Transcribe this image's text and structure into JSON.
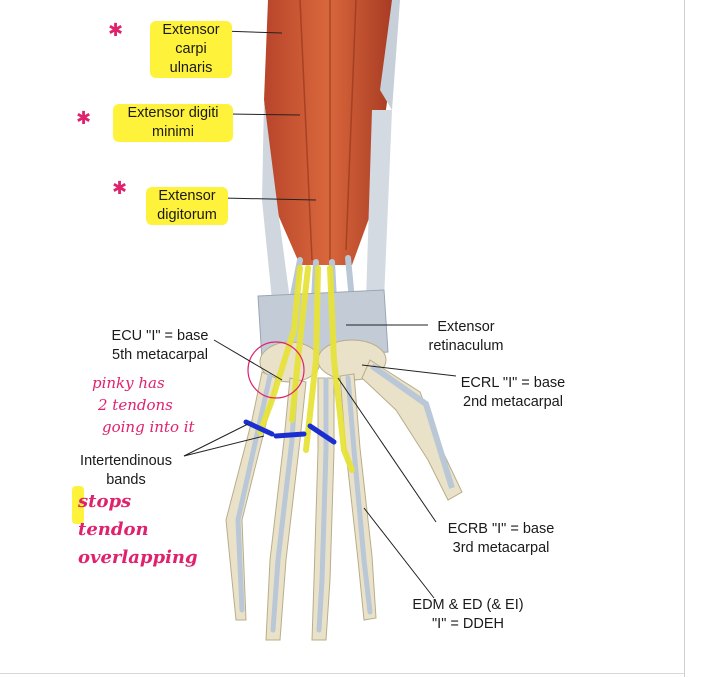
{
  "labels": {
    "ecu_muscle": [
      "Extensor",
      "carpi",
      "ulnaris"
    ],
    "edm_muscle": [
      "Extensor digiti",
      "minimi"
    ],
    "ed_muscle": [
      "Extensor",
      "digitorum"
    ],
    "retinaculum": [
      "Extensor",
      "retinaculum"
    ],
    "ecu_insertion": [
      "ECU \"I\" = base",
      "5th metacarpal"
    ],
    "ecrl_insertion": [
      "ECRL \"I\" = base",
      "2nd metacarpal"
    ],
    "intertendinous": [
      "Intertendinous",
      "bands"
    ],
    "ecrb_insertion": [
      "ECRB \"I\" = base",
      "3rd metacarpal"
    ],
    "edm_ed_insertion": [
      "EDM & ED (& EI)",
      "\"I\" = DDEH"
    ]
  },
  "handwriting": {
    "pinky_note": [
      "pinky has",
      "2 tendons",
      "going into it"
    ],
    "stops_note": [
      "stops",
      "tendon",
      "overlapping"
    ]
  },
  "colors": {
    "highlight": "#fff23a",
    "pink_ink": "#e0226e",
    "muscle": "#c9522e",
    "tendon": "#b9c7d6",
    "bone": "#e9e2c9",
    "band_marker": "#1b2fd0",
    "tendon_highlight": "#e6e33a"
  },
  "icons": {
    "star_marks": [
      "asterisk-icon",
      "asterisk-icon",
      "asterisk-icon"
    ]
  }
}
